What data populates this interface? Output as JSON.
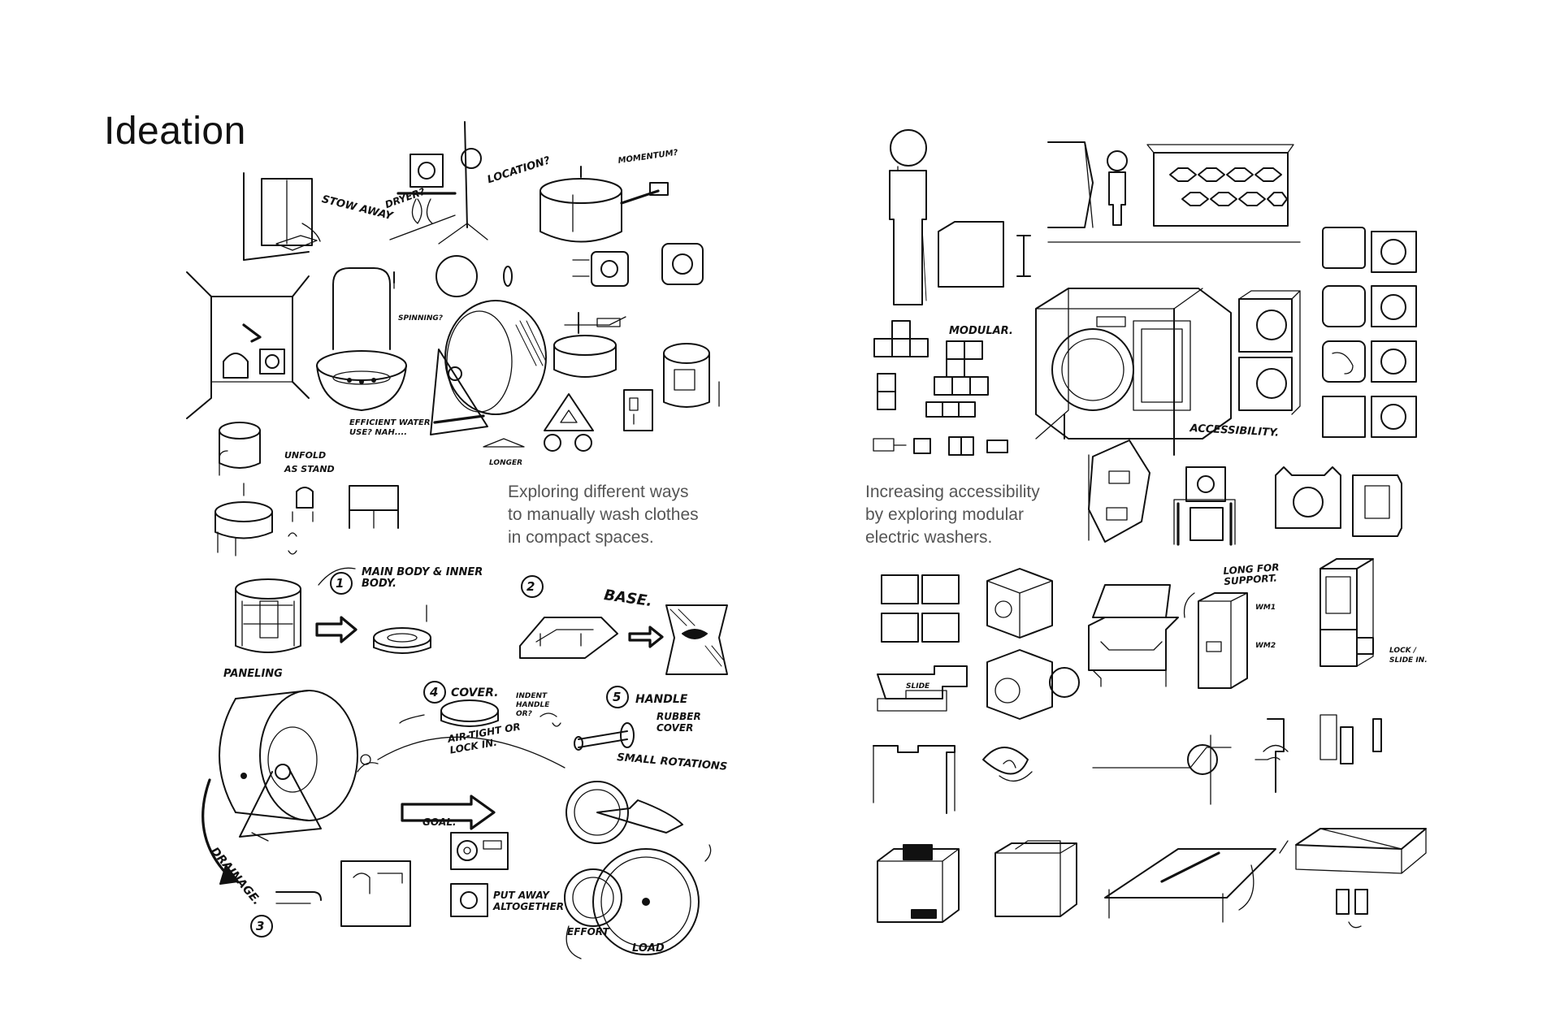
{
  "title": "Ideation",
  "captions": {
    "left": [
      "Exploring different ways",
      "to manually wash clothes",
      "in compact spaces."
    ],
    "right": [
      "Increasing accessibility",
      "by exploring modular",
      "electric washers."
    ]
  },
  "annotations": {
    "stow_away": "STOW AWAY",
    "dryer": "DRYER?",
    "location": "LOCATION?",
    "momentum": "MOMENTUM?",
    "spinning": "SPINNING?",
    "efficient_water": "EFFICIENT WATER USE? NAH....",
    "unfold_stand": "UNFOLD AS STAND",
    "longer": "LONGER",
    "main_body": "MAIN BODY & INNER BODY.",
    "paneling": "PANELING",
    "step1": "1",
    "step2": "2",
    "step3": "3",
    "step4": "4",
    "step5": "5",
    "base": "BASE.",
    "cover": "COVER.",
    "indent_handle": "INDENT HANDLE OR?",
    "air_tight": "AIR-TIGHT OR LOCK IN.",
    "handle": "HANDLE",
    "rubber_cover": "RUBBER COVER",
    "small_rotations": "SMALL ROTATIONS",
    "goal": "GOAL:",
    "drainage": "DRAINAGE.",
    "put_away": "PUT AWAY ALTOGETHER",
    "effort": "EFFORT",
    "load": "LOAD",
    "modular": "MODULAR.",
    "accessibility": "ACCESSIBILITY.",
    "long_for_support": "LONG FOR SUPPORT.",
    "wm1": "WM1",
    "wm2": "WM2",
    "lock_slide": "LOCK / SLIDE IN.",
    "slide": "SLIDE"
  }
}
